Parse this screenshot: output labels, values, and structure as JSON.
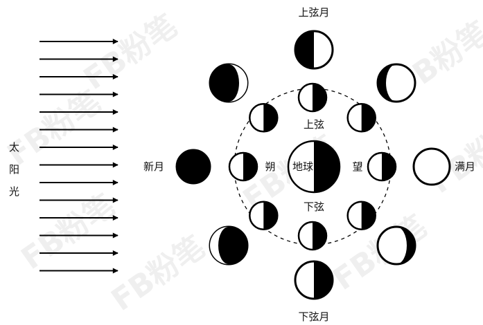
{
  "sun": {
    "label_chars": [
      "太",
      "阳",
      "光"
    ]
  },
  "earth": {
    "label": "地球"
  },
  "phases": {
    "new_moon": "新月",
    "first_quarter": "上弦月",
    "full_moon": "满月",
    "last_quarter": "下弦月"
  },
  "orbit_labels": {
    "shuo": "朔",
    "wang": "望",
    "shangxian": "上弦",
    "xiaxian": "下弦"
  },
  "watermark": {
    "text": "FB粉笔"
  },
  "colors": {
    "ink": "#000000",
    "background": "#ffffff"
  }
}
